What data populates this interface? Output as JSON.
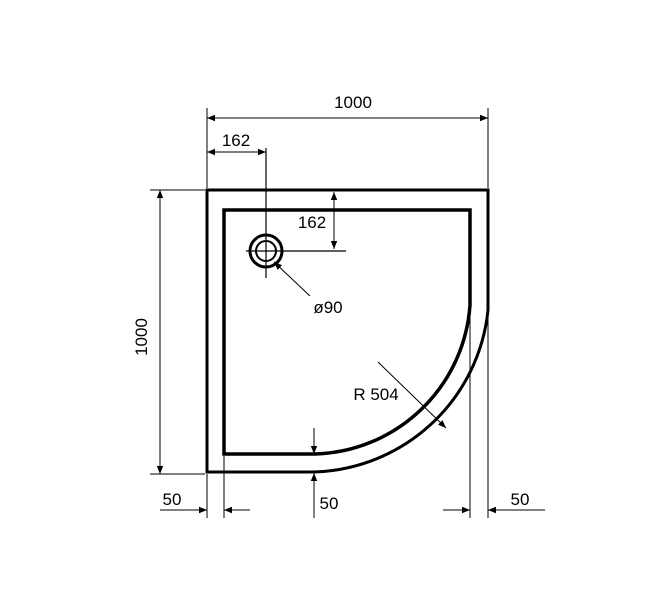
{
  "diagram": {
    "overall_width_label": "1000",
    "overall_height_label": "1000",
    "drain_offset_x_label": "162",
    "drain_offset_y_label": "162",
    "drain_diameter_label": "ø90",
    "radius_label": "R 504",
    "rim_left_label": "50",
    "rim_bottom_label": "50",
    "rim_right_label": "50",
    "stroke_color": "#000000",
    "background_color": "#ffffff"
  }
}
